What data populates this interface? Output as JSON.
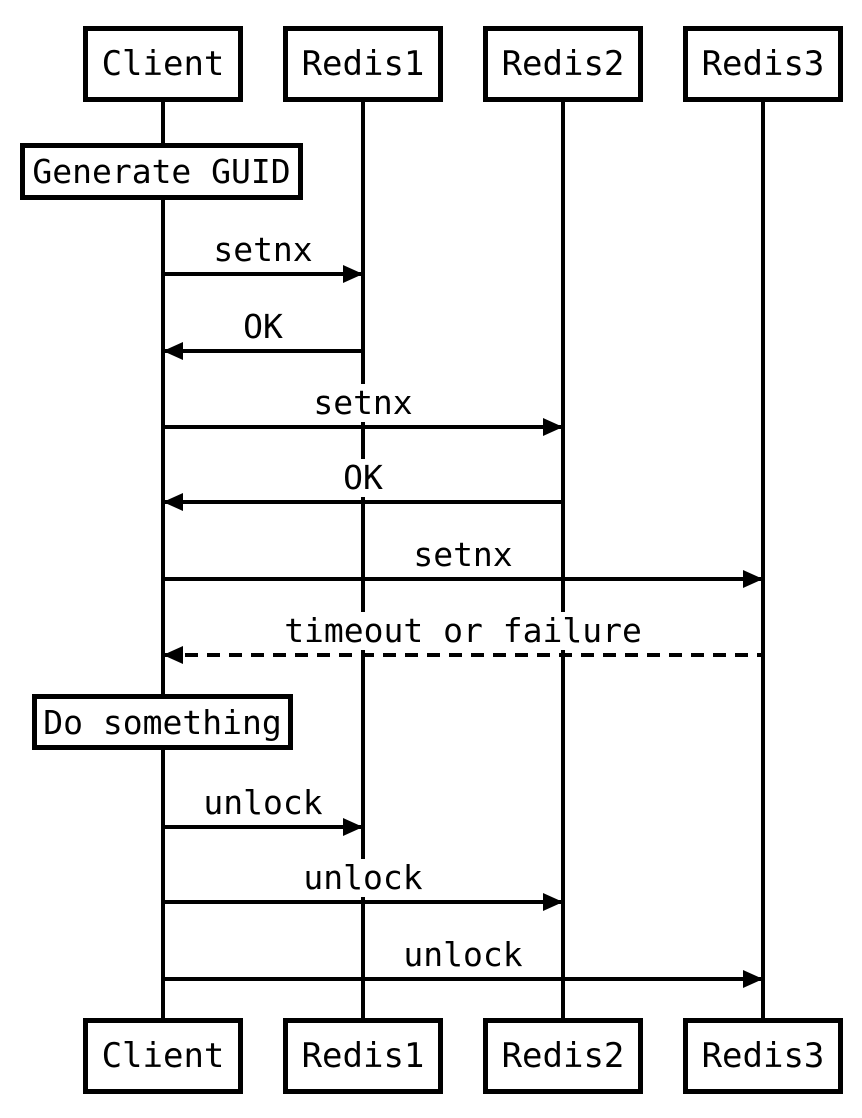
{
  "diagram": {
    "type": "sequence-diagram",
    "actors": [
      {
        "id": "client",
        "label": "Client"
      },
      {
        "id": "redis1",
        "label": "Redis1"
      },
      {
        "id": "redis2",
        "label": "Redis2"
      },
      {
        "id": "redis3",
        "label": "Redis3"
      }
    ],
    "notes": [
      {
        "label": "Generate GUID",
        "over": "client"
      },
      {
        "label": "Do something",
        "over": "client"
      }
    ],
    "messages": [
      {
        "label": "setnx",
        "from": "client",
        "to": "redis1",
        "line": "solid"
      },
      {
        "label": "OK",
        "from": "redis1",
        "to": "client",
        "line": "solid"
      },
      {
        "label": "setnx",
        "from": "client",
        "to": "redis2",
        "line": "solid"
      },
      {
        "label": "OK",
        "from": "redis2",
        "to": "client",
        "line": "solid"
      },
      {
        "label": "setnx",
        "from": "client",
        "to": "redis3",
        "line": "solid"
      },
      {
        "label": "timeout or failure",
        "from": "redis3",
        "to": "client",
        "line": "dashed"
      },
      {
        "label": "unlock",
        "from": "client",
        "to": "redis1",
        "line": "solid"
      },
      {
        "label": "unlock",
        "from": "client",
        "to": "redis2",
        "line": "solid"
      },
      {
        "label": "unlock",
        "from": "client",
        "to": "redis3",
        "line": "solid"
      }
    ],
    "colors": {
      "line": "#000000",
      "background": "#ffffff"
    }
  }
}
